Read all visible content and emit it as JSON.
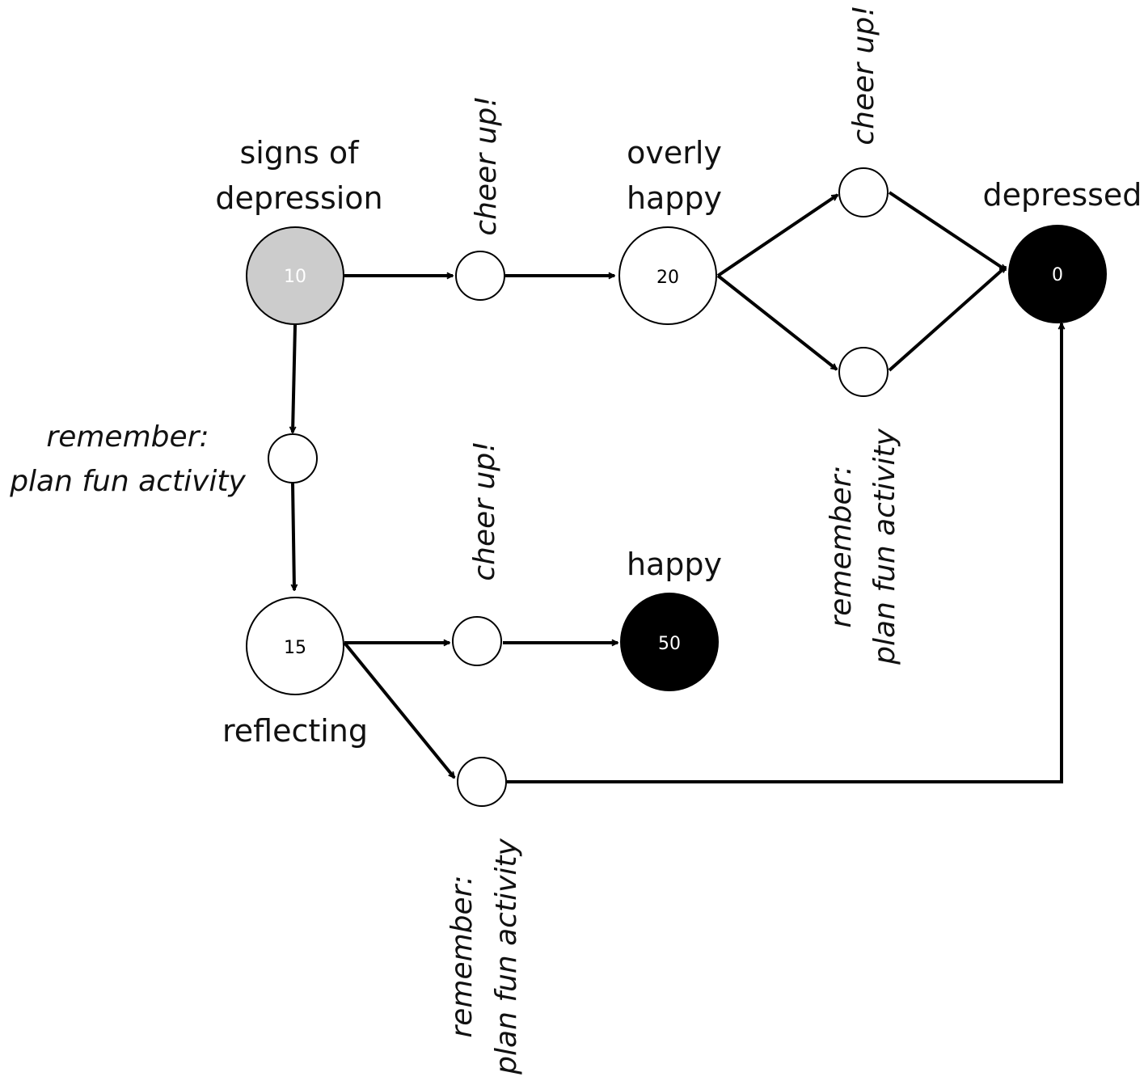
{
  "states": {
    "signs": {
      "label_line1": "signs of",
      "label_line2": "depression",
      "value": "10",
      "fill": "#cccccc",
      "text_color": "#ffffff"
    },
    "overly": {
      "label_line1": "overly",
      "label_line2": "happy",
      "value": "20",
      "fill": "#ffffff",
      "text_color": "#000000"
    },
    "depressed": {
      "label": "depressed",
      "value": "0",
      "fill": "#000000",
      "text_color": "#ffffff"
    },
    "reflecting": {
      "label": "reflecting",
      "value": "15",
      "fill": "#ffffff",
      "text_color": "#000000"
    },
    "happy": {
      "label": "happy",
      "value": "50",
      "fill": "#000000",
      "text_color": "#ffffff"
    }
  },
  "actions": {
    "cheer_1": "cheer up!",
    "cheer_2": "cheer up!",
    "cheer_3": "cheer up!",
    "remember_1": {
      "line1": "remember:",
      "line2": "plan fun activity"
    },
    "remember_2": {
      "line1": "remember:",
      "line2": "plan fun activity"
    },
    "remember_3": {
      "line1": "remember:",
      "line2": "plan fun activity"
    }
  }
}
